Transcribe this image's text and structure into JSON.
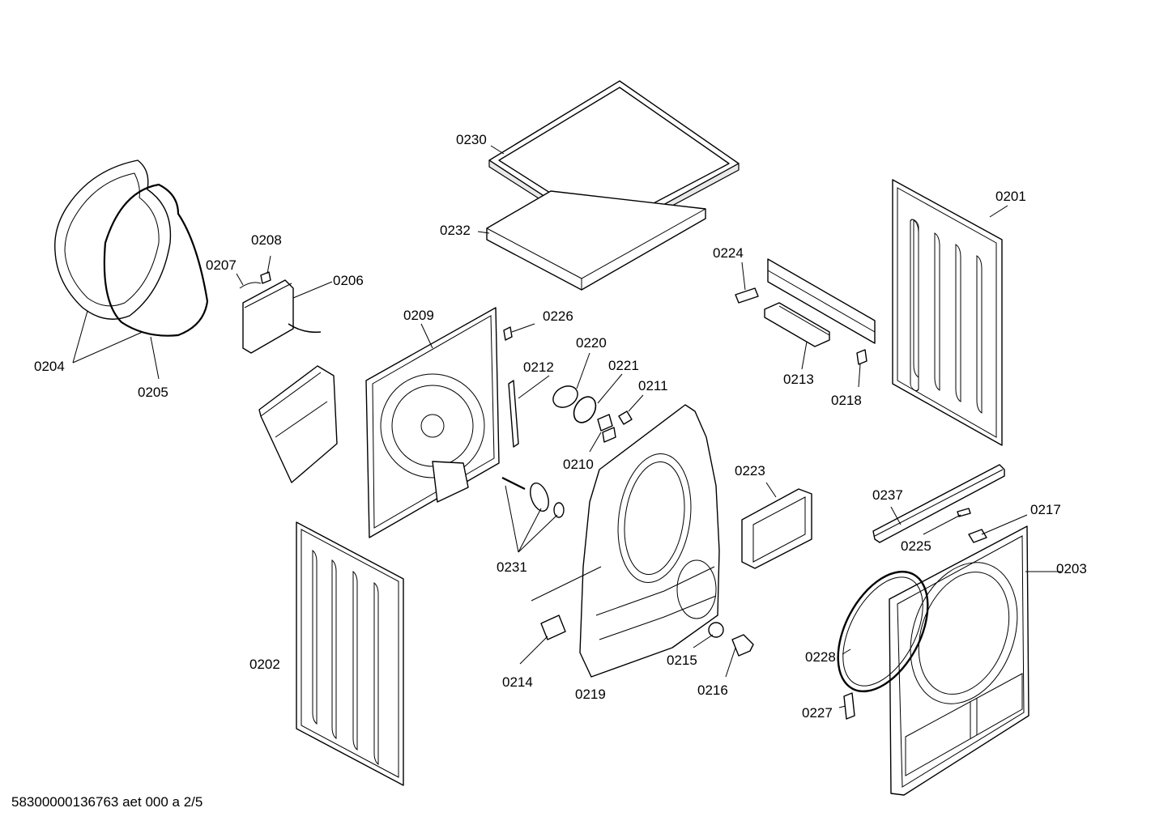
{
  "footer": "58300000136763 aet 000 a 2/5",
  "callouts": [
    {
      "id": "0201",
      "label": "0201"
    },
    {
      "id": "0202",
      "label": "0202"
    },
    {
      "id": "0203",
      "label": "0203"
    },
    {
      "id": "0204",
      "label": "0204"
    },
    {
      "id": "0205",
      "label": "0205"
    },
    {
      "id": "0206",
      "label": "0206"
    },
    {
      "id": "0207",
      "label": "0207"
    },
    {
      "id": "0208",
      "label": "0208"
    },
    {
      "id": "0209",
      "label": "0209"
    },
    {
      "id": "0210",
      "label": "0210"
    },
    {
      "id": "0211",
      "label": "0211"
    },
    {
      "id": "0212",
      "label": "0212"
    },
    {
      "id": "0213",
      "label": "0213"
    },
    {
      "id": "0214",
      "label": "0214"
    },
    {
      "id": "0215",
      "label": "0215"
    },
    {
      "id": "0216",
      "label": "0216"
    },
    {
      "id": "0217",
      "label": "0217"
    },
    {
      "id": "0218",
      "label": "0218"
    },
    {
      "id": "0219",
      "label": "0219"
    },
    {
      "id": "0220",
      "label": "0220"
    },
    {
      "id": "0221",
      "label": "0221"
    },
    {
      "id": "0223",
      "label": "0223"
    },
    {
      "id": "0224",
      "label": "0224"
    },
    {
      "id": "0225",
      "label": "0225"
    },
    {
      "id": "0226",
      "label": "0226"
    },
    {
      "id": "0227",
      "label": "0227"
    },
    {
      "id": "0228",
      "label": "0228"
    },
    {
      "id": "0230",
      "label": "0230"
    },
    {
      "id": "0231",
      "label": "0231"
    },
    {
      "id": "0232",
      "label": "0232"
    },
    {
      "id": "0237",
      "label": "0237"
    }
  ]
}
